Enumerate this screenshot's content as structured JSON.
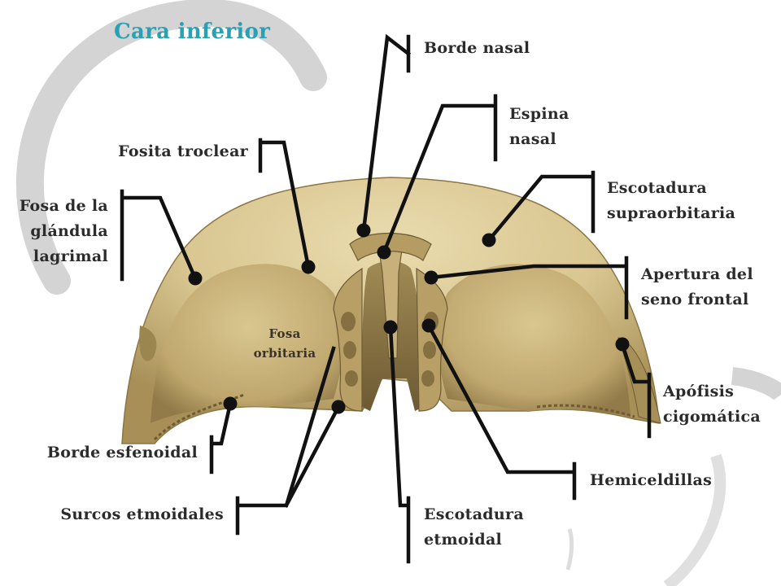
{
  "title": "Cara inferior",
  "colors": {
    "title": "#2aa0b5",
    "bone_light": "#e3d3a3",
    "bone_mid": "#c8b27c",
    "bone_dark": "#8c7645",
    "leader": "#111111",
    "label": "#2b2b2b"
  },
  "labels": {
    "borde_nasal": "Borde nasal",
    "espina_nasal": "Espina\nnasal",
    "fosita_troclear": "Fosita troclear",
    "escotadura_supraorbitaria": "Escotadura\nsupraorbitaria",
    "fosa_glandula_lagrimal": "Fosa de la\nglándula\nlagrimal",
    "apertura_seno_frontal": "Apertura del\nseno frontal",
    "fosa_orbitaria": "Fosa\norbitaria",
    "apofisis_cigomatica": "Apófisis\ncigomática",
    "borde_esfenoidal": "Borde esfenoidal",
    "hemiceldillas": "Hemiceldillas",
    "surcos_etmoidales": "Surcos etmoidales",
    "escotadura_etmoidal": "Escotadura\netmoidal"
  }
}
